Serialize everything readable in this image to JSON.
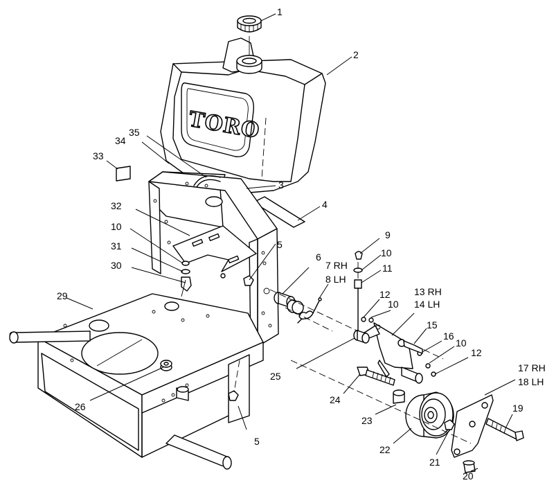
{
  "diagram": {
    "brand_logo": "TORO",
    "callouts": [
      {
        "id": "c1",
        "label": "1"
      },
      {
        "id": "c2",
        "label": "2"
      },
      {
        "id": "c3",
        "label": "3"
      },
      {
        "id": "c4",
        "label": "4"
      },
      {
        "id": "c5a",
        "label": "5"
      },
      {
        "id": "c5b",
        "label": "5"
      },
      {
        "id": "c6",
        "label": "6"
      },
      {
        "id": "c7",
        "label": "7 RH"
      },
      {
        "id": "c8",
        "label": "8 LH"
      },
      {
        "id": "c9",
        "label": "9"
      },
      {
        "id": "c10a",
        "label": "10"
      },
      {
        "id": "c10b",
        "label": "10"
      },
      {
        "id": "c10c",
        "label": "10"
      },
      {
        "id": "c10d",
        "label": "10"
      },
      {
        "id": "c11",
        "label": "11"
      },
      {
        "id": "c12a",
        "label": "12"
      },
      {
        "id": "c12b",
        "label": "12"
      },
      {
        "id": "c13",
        "label": "13 RH"
      },
      {
        "id": "c14",
        "label": "14 LH"
      },
      {
        "id": "c15",
        "label": "15"
      },
      {
        "id": "c16",
        "label": "16"
      },
      {
        "id": "c17",
        "label": "17 RH"
      },
      {
        "id": "c18",
        "label": "18 LH"
      },
      {
        "id": "c19",
        "label": "19"
      },
      {
        "id": "c20",
        "label": "20"
      },
      {
        "id": "c21",
        "label": "21"
      },
      {
        "id": "c22",
        "label": "22"
      },
      {
        "id": "c23",
        "label": "23"
      },
      {
        "id": "c24",
        "label": "24"
      },
      {
        "id": "c25",
        "label": "25"
      },
      {
        "id": "c26",
        "label": "26"
      },
      {
        "id": "c29",
        "label": "29"
      },
      {
        "id": "c30",
        "label": "30"
      },
      {
        "id": "c31",
        "label": "31"
      },
      {
        "id": "c32",
        "label": "32"
      },
      {
        "id": "c33",
        "label": "33"
      },
      {
        "id": "c34",
        "label": "34"
      },
      {
        "id": "c35",
        "label": "35"
      }
    ]
  }
}
